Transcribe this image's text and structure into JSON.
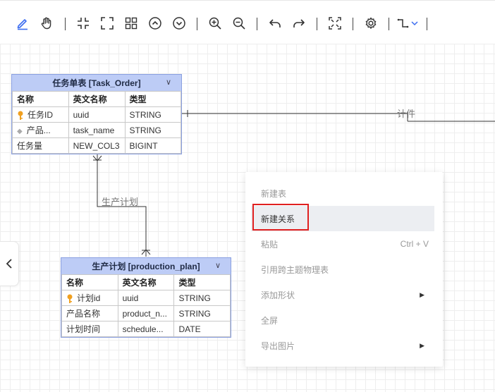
{
  "toolbar": {
    "icons": [
      "pen-icon",
      "hand-icon",
      "collapse-icon",
      "expand-icon",
      "layout-grid-icon",
      "arrow-up-circle-icon",
      "arrow-down-circle-icon",
      "zoom-in-icon",
      "zoom-out-icon",
      "undo-icon",
      "redo-icon",
      "fit-screen-icon",
      "gear-icon",
      "connector-style-icon"
    ]
  },
  "task_order": {
    "title": "任务单表 [Task_Order]",
    "chevron": "∨",
    "columns": [
      "名称",
      "英文名称",
      "类型"
    ],
    "rows": [
      {
        "name": "任务ID",
        "en": "uuid",
        "type": "STRING",
        "marker": "key"
      },
      {
        "name": "产品...",
        "en": "task_name",
        "type": "STRING",
        "marker": "diamond"
      },
      {
        "name": "任务量",
        "en": "NEW_COL3",
        "type": "BIGINT",
        "marker": ""
      }
    ]
  },
  "production_plan": {
    "title": "生产计划 [production_plan]",
    "chevron": "∨",
    "columns": [
      "名称",
      "英文名称",
      "类型"
    ],
    "rows": [
      {
        "name": "计划id",
        "en": "uuid",
        "type": "STRING",
        "marker": "key"
      },
      {
        "name": "产品名称",
        "en": "product_n...",
        "type": "STRING",
        "marker": ""
      },
      {
        "name": "计划时间",
        "en": "schedule...",
        "type": "DATE",
        "marker": ""
      }
    ]
  },
  "relations": {
    "rel1_label": "计件",
    "rel2_label": "生产计划"
  },
  "context_menu": {
    "new_table": "新建表",
    "new_relation": "新建关系",
    "paste": "粘贴",
    "paste_shortcut": "Ctrl + V",
    "reference_table": "引用跨主题物理表",
    "add_shape": "添加形状",
    "fullscreen": "全屏",
    "export_image": "导出图片"
  },
  "colors": {
    "accent": "#3b6cf0",
    "entity_header": "#bdccf6",
    "highlight_border": "#e02020",
    "key_color": "#f0a020"
  }
}
